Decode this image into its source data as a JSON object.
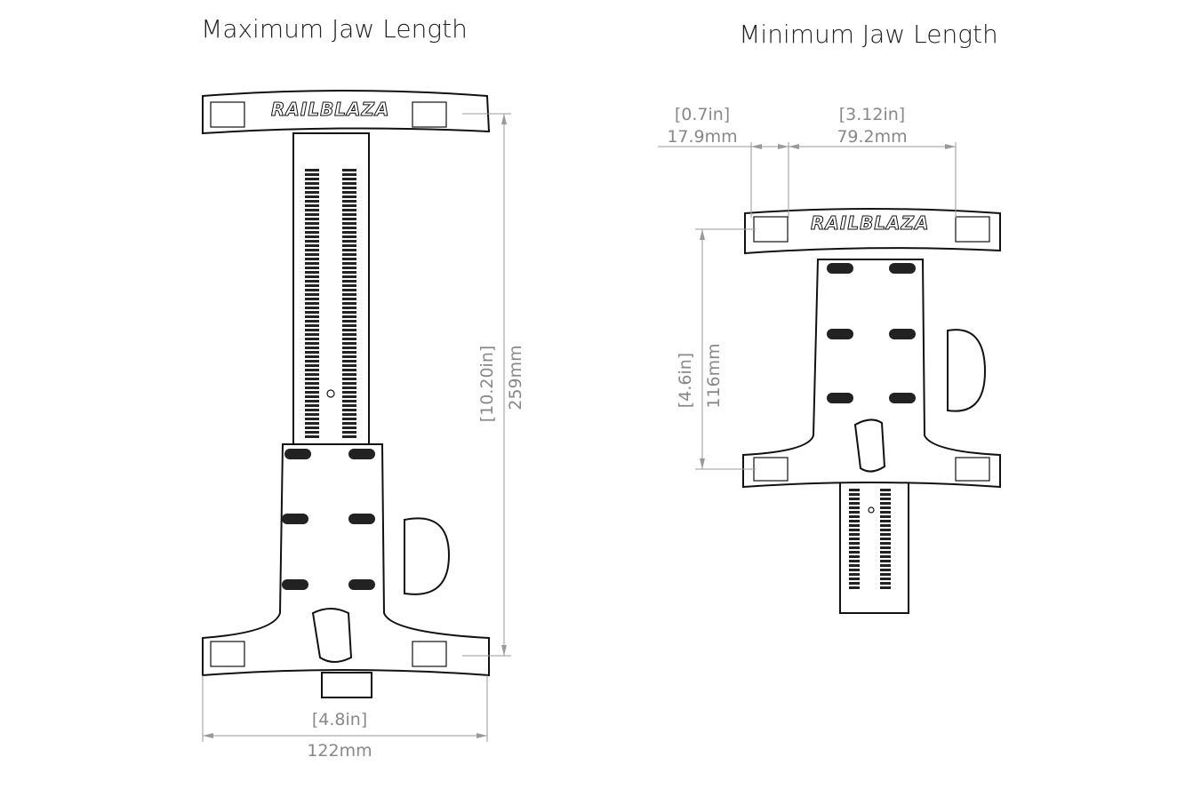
{
  "titles": {
    "max": "Maximum Jaw Length",
    "min": "Minimum Jaw Length"
  },
  "max_dims": {
    "height_in": "[10.20in]",
    "height_mm": "259mm",
    "width_in": "[4.8in]",
    "width_mm": "122mm"
  },
  "min_dims": {
    "offset_in": "[0.7in]",
    "offset_mm": "17.9mm",
    "span_in": "[3.12in]",
    "span_mm": "79.2mm",
    "height_in": "[4.6in]",
    "height_mm": "116mm"
  },
  "brand": "RAILBLAZA"
}
